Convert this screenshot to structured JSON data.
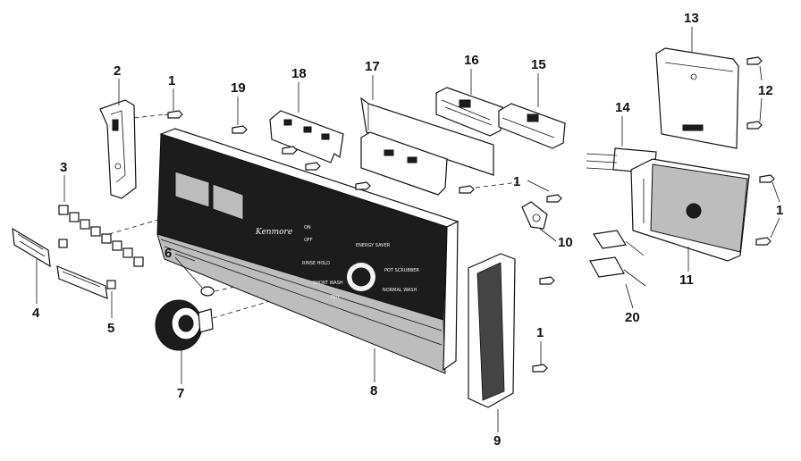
{
  "diagram": {
    "callouts": [
      "1",
      "2",
      "3",
      "4",
      "5",
      "6",
      "7",
      "8",
      "9",
      "10",
      "11",
      "12",
      "13",
      "14",
      "15",
      "16",
      "17",
      "18",
      "19",
      "20"
    ],
    "panel": {
      "brand": "Kenmore",
      "labels": [
        "ON",
        "OFF",
        "ENERGY SAVER",
        "POT SCRUBBER",
        "RINSE HOLD",
        "SHORT WASH",
        "DRY",
        "NORMAL WASH"
      ]
    }
  }
}
